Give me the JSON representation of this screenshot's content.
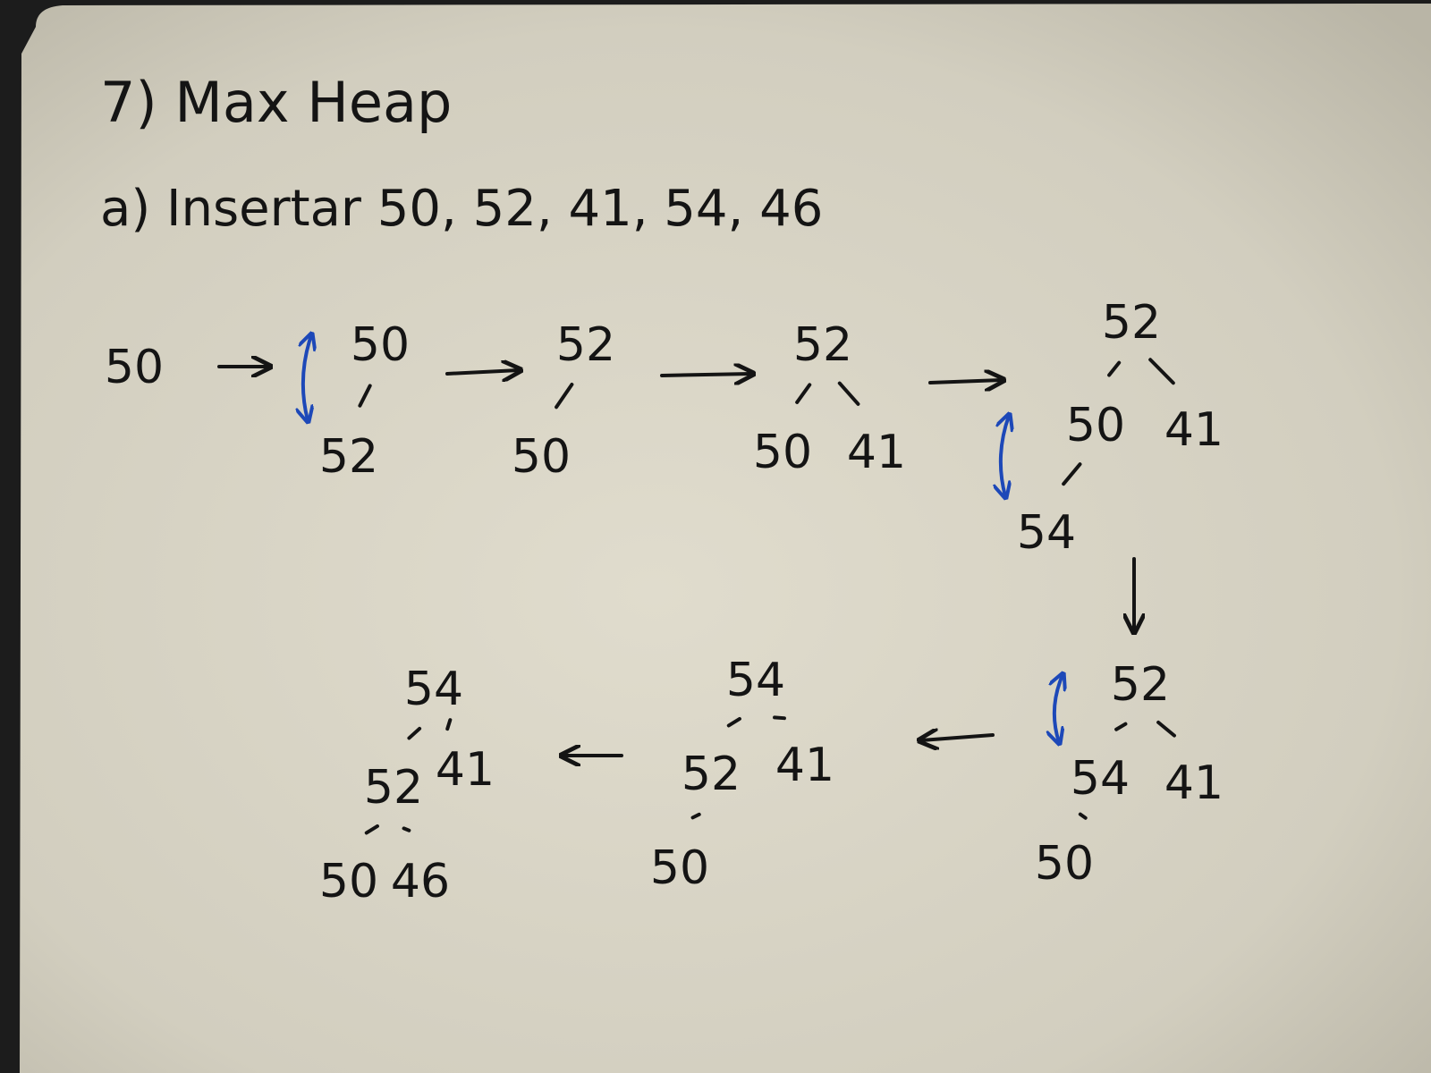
{
  "board": {
    "title": "7) Max Heap",
    "subtitle": "a) Insertar 50, 52, 41, 54, 46"
  },
  "colors": {
    "board": "#d8d4c5",
    "board_edge": "#b7b3a4",
    "marker": "#141414",
    "swap_arrow": "#1d48b8",
    "frame": "#1c1c1c"
  },
  "steps": [
    {
      "id": "step1",
      "nodes": [
        {
          "key": "a",
          "value": "50"
        }
      ],
      "edges": [],
      "swap": null
    },
    {
      "id": "step2",
      "nodes": [
        {
          "key": "a",
          "value": "50"
        },
        {
          "key": "b",
          "value": "52"
        }
      ],
      "edges": [
        [
          "a",
          "b"
        ]
      ],
      "swap": [
        "a",
        "b"
      ]
    },
    {
      "id": "step3",
      "nodes": [
        {
          "key": "a",
          "value": "52"
        },
        {
          "key": "b",
          "value": "50"
        }
      ],
      "edges": [
        [
          "a",
          "b"
        ]
      ],
      "swap": null
    },
    {
      "id": "step4",
      "nodes": [
        {
          "key": "a",
          "value": "52"
        },
        {
          "key": "b",
          "value": "50"
        },
        {
          "key": "c",
          "value": "41"
        }
      ],
      "edges": [
        [
          "a",
          "b"
        ],
        [
          "a",
          "c"
        ]
      ],
      "swap": null
    },
    {
      "id": "step5",
      "nodes": [
        {
          "key": "a",
          "value": "52"
        },
        {
          "key": "b",
          "value": "50"
        },
        {
          "key": "c",
          "value": "41"
        },
        {
          "key": "d",
          "value": "54"
        }
      ],
      "edges": [
        [
          "a",
          "b"
        ],
        [
          "a",
          "c"
        ],
        [
          "b",
          "d"
        ]
      ],
      "swap": [
        "b",
        "d"
      ]
    },
    {
      "id": "step6",
      "nodes": [
        {
          "key": "a",
          "value": "52"
        },
        {
          "key": "b",
          "value": "54"
        },
        {
          "key": "c",
          "value": "41"
        },
        {
          "key": "d",
          "value": "50"
        }
      ],
      "edges": [
        [
          "a",
          "b"
        ],
        [
          "a",
          "c"
        ],
        [
          "b",
          "d"
        ]
      ],
      "swap": [
        "a",
        "b"
      ]
    },
    {
      "id": "step7",
      "nodes": [
        {
          "key": "a",
          "value": "54"
        },
        {
          "key": "b",
          "value": "52"
        },
        {
          "key": "c",
          "value": "41"
        },
        {
          "key": "d",
          "value": "50"
        }
      ],
      "edges": [
        [
          "a",
          "b"
        ],
        [
          "a",
          "c"
        ],
        [
          "b",
          "d"
        ]
      ],
      "swap": null
    },
    {
      "id": "step8",
      "nodes": [
        {
          "key": "a",
          "value": "54"
        },
        {
          "key": "b",
          "value": "52"
        },
        {
          "key": "c",
          "value": "41"
        },
        {
          "key": "d",
          "value": "50"
        },
        {
          "key": "e",
          "value": "46"
        }
      ],
      "edges": [
        [
          "a",
          "b"
        ],
        [
          "a",
          "c"
        ],
        [
          "b",
          "d"
        ],
        [
          "b",
          "e"
        ]
      ],
      "swap": null
    }
  ],
  "transitions": [
    {
      "from": "step1",
      "to": "step2",
      "direction": "right"
    },
    {
      "from": "step2",
      "to": "step3",
      "direction": "right"
    },
    {
      "from": "step3",
      "to": "step4",
      "direction": "right"
    },
    {
      "from": "step4",
      "to": "step5",
      "direction": "right"
    },
    {
      "from": "step5",
      "to": "step6",
      "direction": "down"
    },
    {
      "from": "step6",
      "to": "step7",
      "direction": "left"
    },
    {
      "from": "step7",
      "to": "step8",
      "direction": "left"
    }
  ]
}
